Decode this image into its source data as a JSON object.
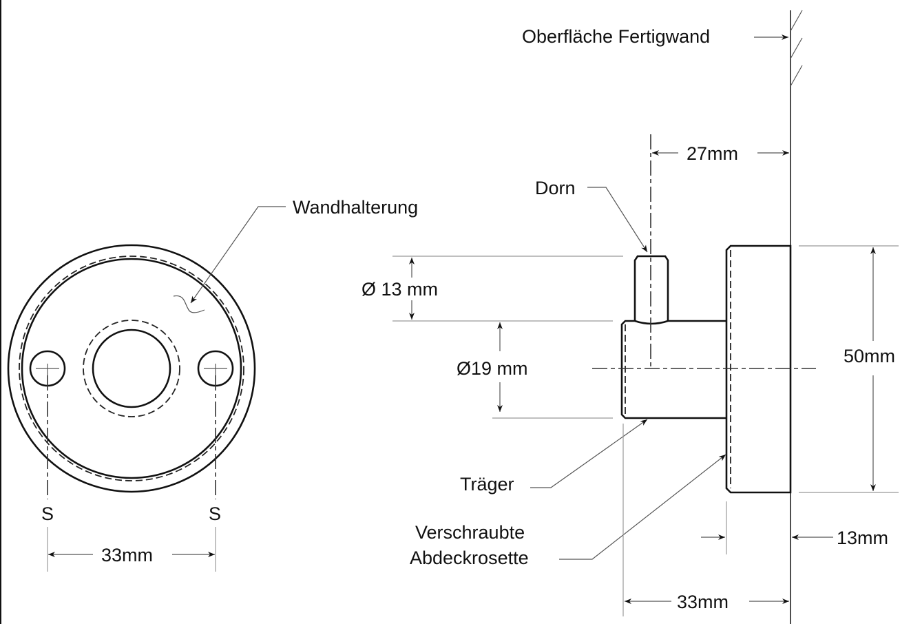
{
  "labels": {
    "wall_surface": "Oberfläche Fertigwand",
    "wall_bracket": "Wandhalterung",
    "pin": "Dorn",
    "carrier": "Träger",
    "cover_line1": "Verschraubte",
    "cover_line2": "Abdeckrosette",
    "screw_left": "S",
    "screw_right": "S"
  },
  "dimensions": {
    "screw_spacing": "33mm",
    "pin_offset": "27mm",
    "pin_diameter": "Ø 13 mm",
    "carrier_diameter": "Ø19 mm",
    "rosette_diameter": "50mm",
    "rosette_depth": "13mm",
    "total_depth": "33mm"
  }
}
